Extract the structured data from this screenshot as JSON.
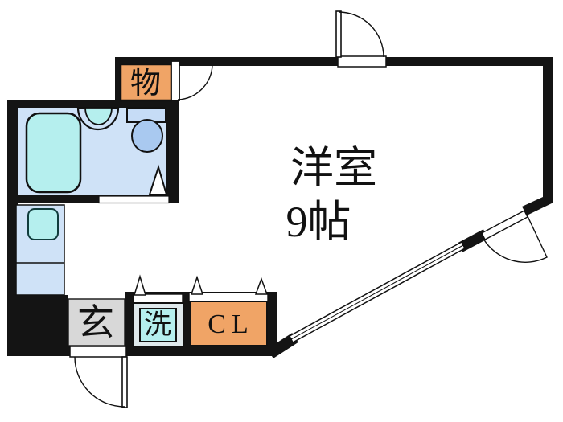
{
  "floorplan": {
    "labels": {
      "storage": "物",
      "room_name": "洋室",
      "room_size": "9帖",
      "entrance": "玄",
      "washer": "洗",
      "closet": "CL"
    },
    "colors": {
      "wall": "#141414",
      "accent_orange": "#f0a466",
      "fixture_cyan": "#b5efee",
      "inner_cyan": "#c9f6f4",
      "washer_ring": "#dfe9ec",
      "floor_blue": "#cfe2f7",
      "tank_blue": "#c6dcf6",
      "toilet_blue": "#a9c9f0",
      "entry_gray": "#d8d8d8",
      "line_black": "#111111",
      "door_white": "#ffffff"
    }
  }
}
